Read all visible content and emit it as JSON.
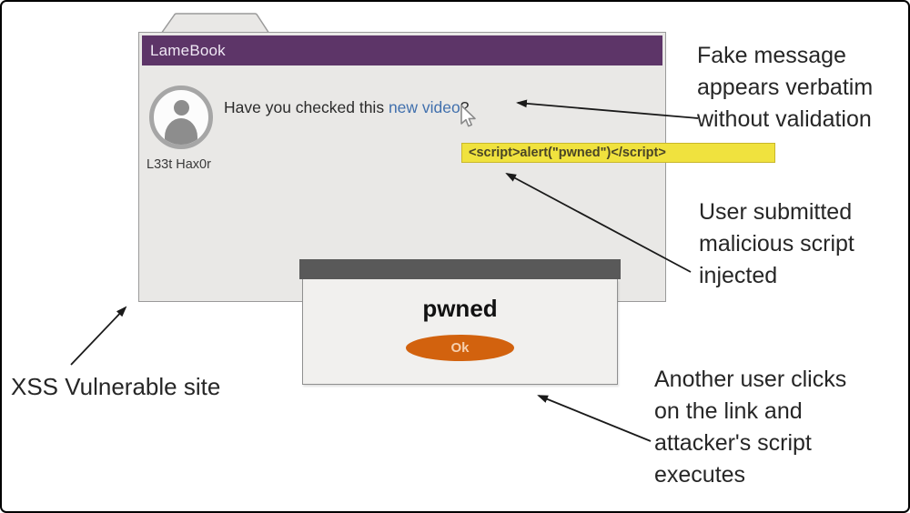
{
  "lamebook": {
    "title": "LameBook",
    "user": "L33t Hax0r",
    "post_text_before": "Have you checked this ",
    "post_link": "new video",
    "post_text_after": "?"
  },
  "injected_script": {
    "code": "<script>alert(\"pwned\")</script>"
  },
  "alert_dialog": {
    "message": "pwned",
    "ok_label": "Ok"
  },
  "annotations": {
    "fake_message": "Fake message\nappears verbatim\nwithout validation",
    "user_submitted": "User submitted\nmalicious script\ninjected",
    "xss_site": "XSS Vulnerable site",
    "another_user": "Another user clicks\non the link and\nattacker's script\nexecutes"
  },
  "colors": {
    "header_purple": "#5d3568",
    "link_blue": "#4170ad",
    "script_yellow": "#f0e23e",
    "alert_gray": "#595959",
    "button_orange": "#d2620e"
  }
}
